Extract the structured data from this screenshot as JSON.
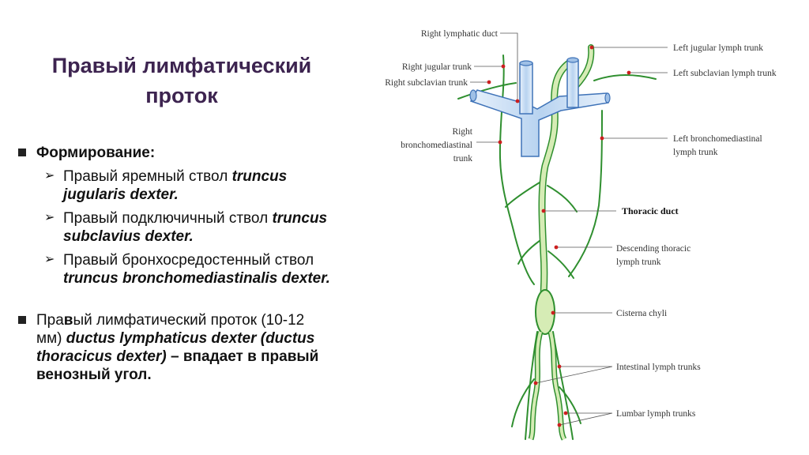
{
  "slide": {
    "title_line1": "Правый лимфатический",
    "title_line2": "проток",
    "formation_heading": "Формирование:",
    "items": [
      {
        "ru": "Правый яремный ствол ",
        "latin_a": "truncus",
        "latin_b": "jugularis dexter."
      },
      {
        "ru": "Правый подключичный ствол ",
        "latin_a": "truncus",
        "latin_b": "subclavius dexter."
      },
      {
        "ru": "Правый бронхосредостенный ствол",
        "latin_a": "",
        "latin_b": "truncus bronchomediastinalis dexter."
      }
    ],
    "duct_line1_pre": "Пра",
    "duct_line1_bold": "в",
    "duct_line1_post": "ый лимфатический проток (10-12",
    "duct_line2_pre": "мм) ",
    "duct_line2_latin": "ductus lymphaticus dexter (ductus",
    "duct_line3_latin": "thoracicus dexter)",
    "duct_line3_post": " – впадает в правый",
    "duct_line4": "венозный угол.",
    "arrow_glyph": "➢"
  },
  "figure": {
    "labels": {
      "right_lymphatic_duct": "Right lymphatic duct",
      "right_jugular_trunk": "Right jugular trunk",
      "right_subclavian_trunk": "Right subclavian trunk",
      "right_broncho_1": "Right",
      "right_broncho_2": "bronchomediastinal",
      "right_broncho_3": "trunk",
      "left_jugular": "Left jugular lymph trunk",
      "left_subclavian": "Left subclavian lymph trunk",
      "left_broncho_1": "Left bronchomediastinal",
      "left_broncho_2": "lymph trunk",
      "thoracic_duct": "Thoracic duct",
      "descending_1": "Descending thoracic",
      "descending_2": "lymph trunk",
      "cisterna": "Cisterna chyli",
      "intestinal": "Intestinal lymph trunks",
      "lumbar": "Lumbar lymph trunks"
    },
    "colors": {
      "lymph": "#2f8f2f",
      "lymph_fill": "#d6ecb5",
      "vein": "#c3d9f1",
      "vein_stroke": "#3f73b8",
      "marker": "#cc1f1f"
    }
  }
}
